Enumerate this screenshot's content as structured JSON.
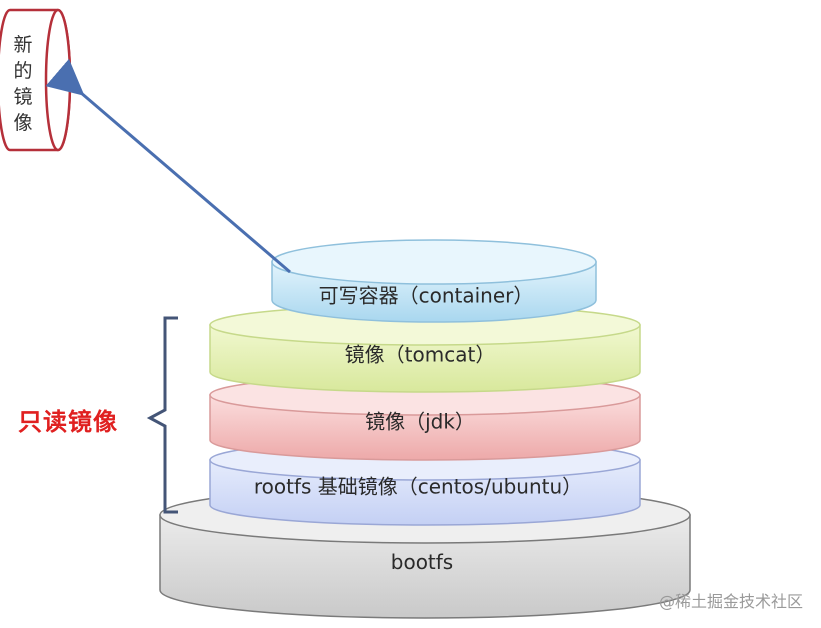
{
  "diagram": {
    "new_image_chars": [
      "新",
      "的",
      "镜",
      "像"
    ],
    "readonly_label": "只读镜像",
    "layers": {
      "container": "可写容器（container）",
      "tomcat": "镜像（tomcat）",
      "jdk": "镜像（jdk）",
      "rootfs": "rootfs 基础镜像（centos/ubuntu）",
      "bootfs": "bootfs"
    },
    "colors": {
      "container": "#cfe9f7",
      "tomcat": "#e6f2b8",
      "jdk": "#f5c6c6",
      "rootfs": "#d9e2fa",
      "bootfs": "#dcdcdc",
      "new_image_border": "#b5303a",
      "arrow": "#4a6fb0",
      "readonly": "#e02020"
    }
  },
  "watermark": "@稀土掘金技术社区"
}
